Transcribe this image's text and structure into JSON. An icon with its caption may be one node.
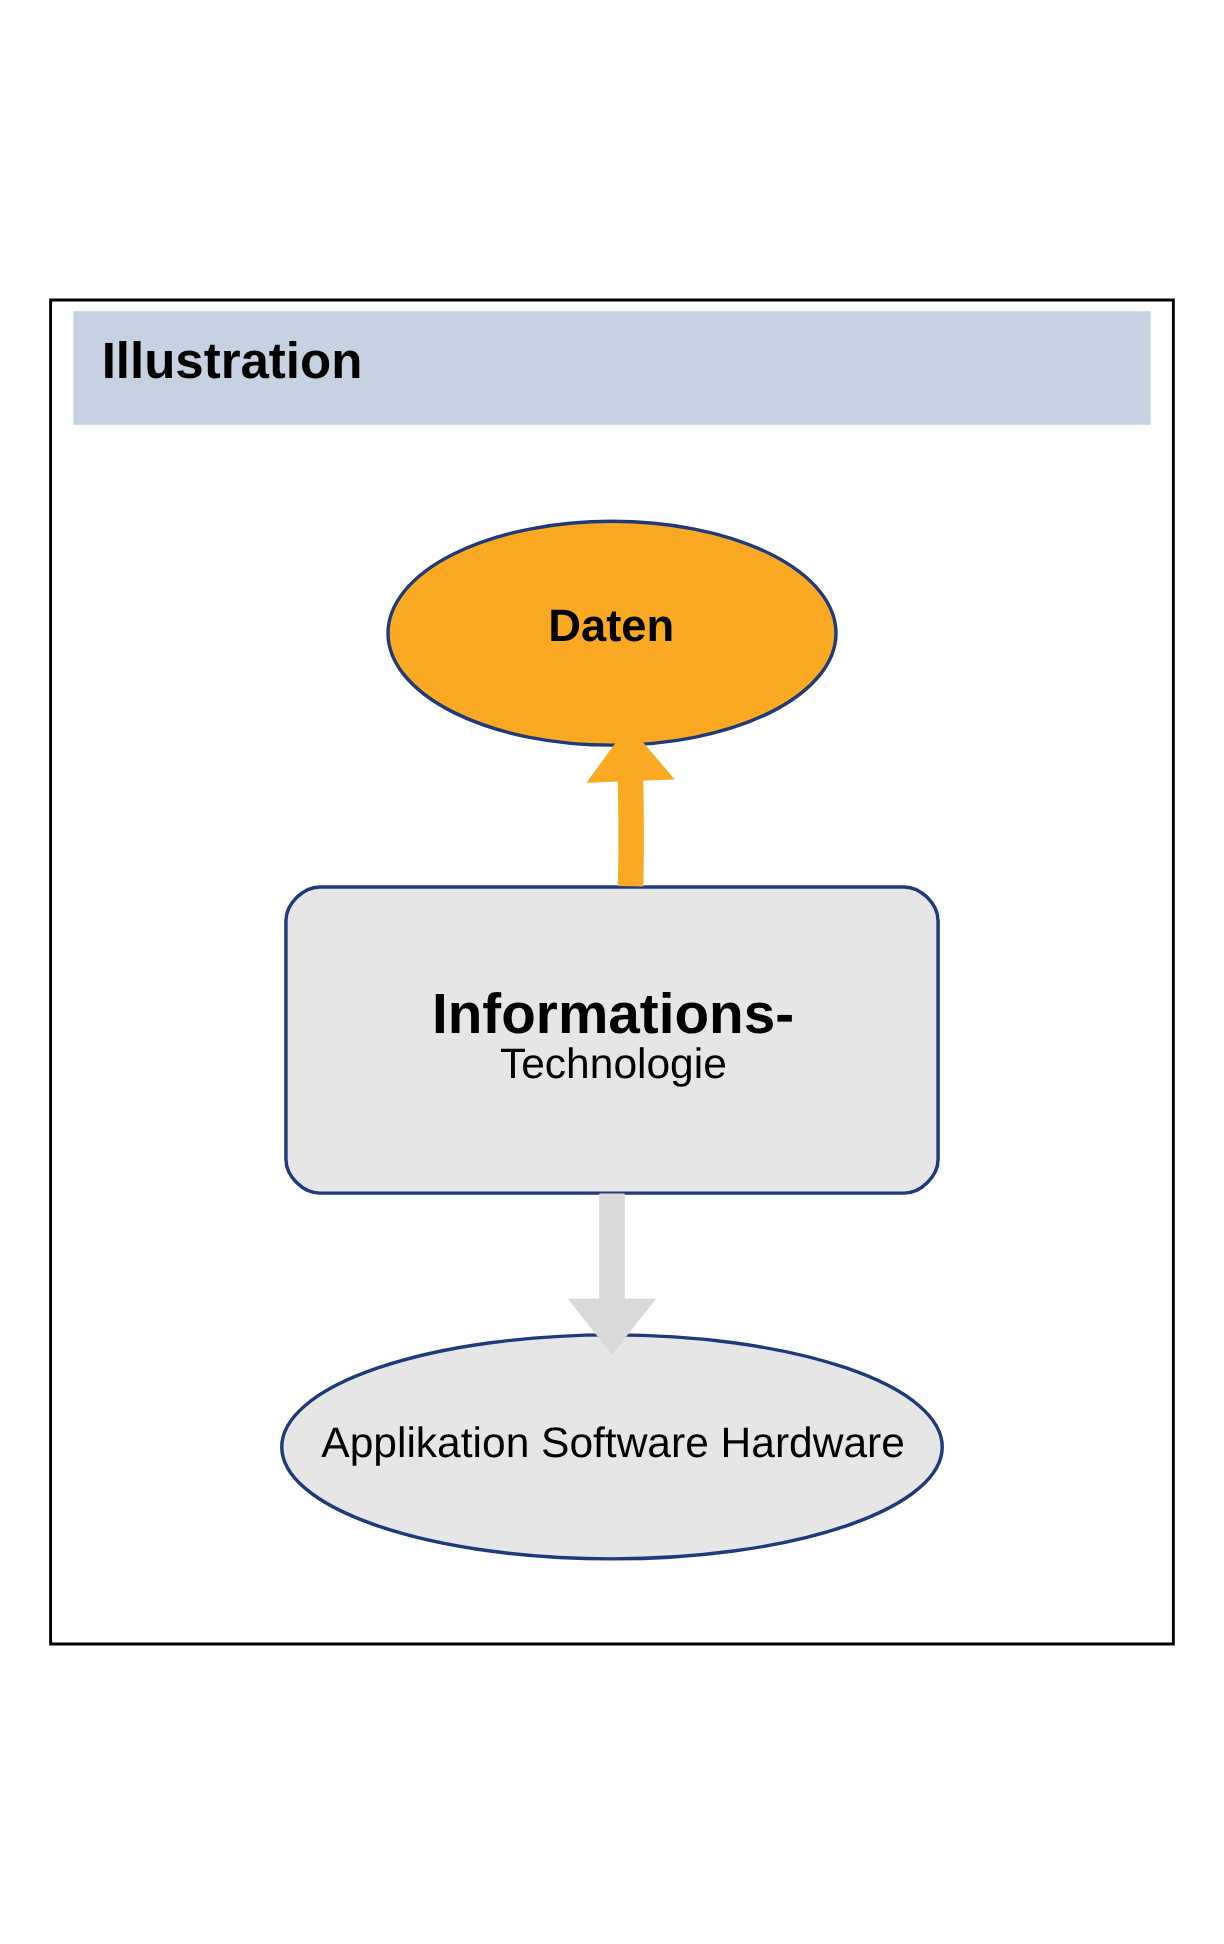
{
  "diagram": {
    "nodes": [
      {
        "text": [
          "Illustration"
        ]
      },
      {
        "text": [
          "Daten"
        ],
        "in": 0
      },
      {
        "text": [
          "Informations-",
          "Technologie"
        ],
        "in": 0
      },
      {
        "text": [
          "Applikation Software Hardware"
        ],
        "in": 0
      }
    ],
    "edges": [
      {
        "from": 2,
        "to": 1,
        "arrow": "to",
        "color": "#fba922"
      },
      {
        "from": 2,
        "to": 3,
        "arrow": "to",
        "color": "#d9d9d9"
      }
    ]
  }
}
